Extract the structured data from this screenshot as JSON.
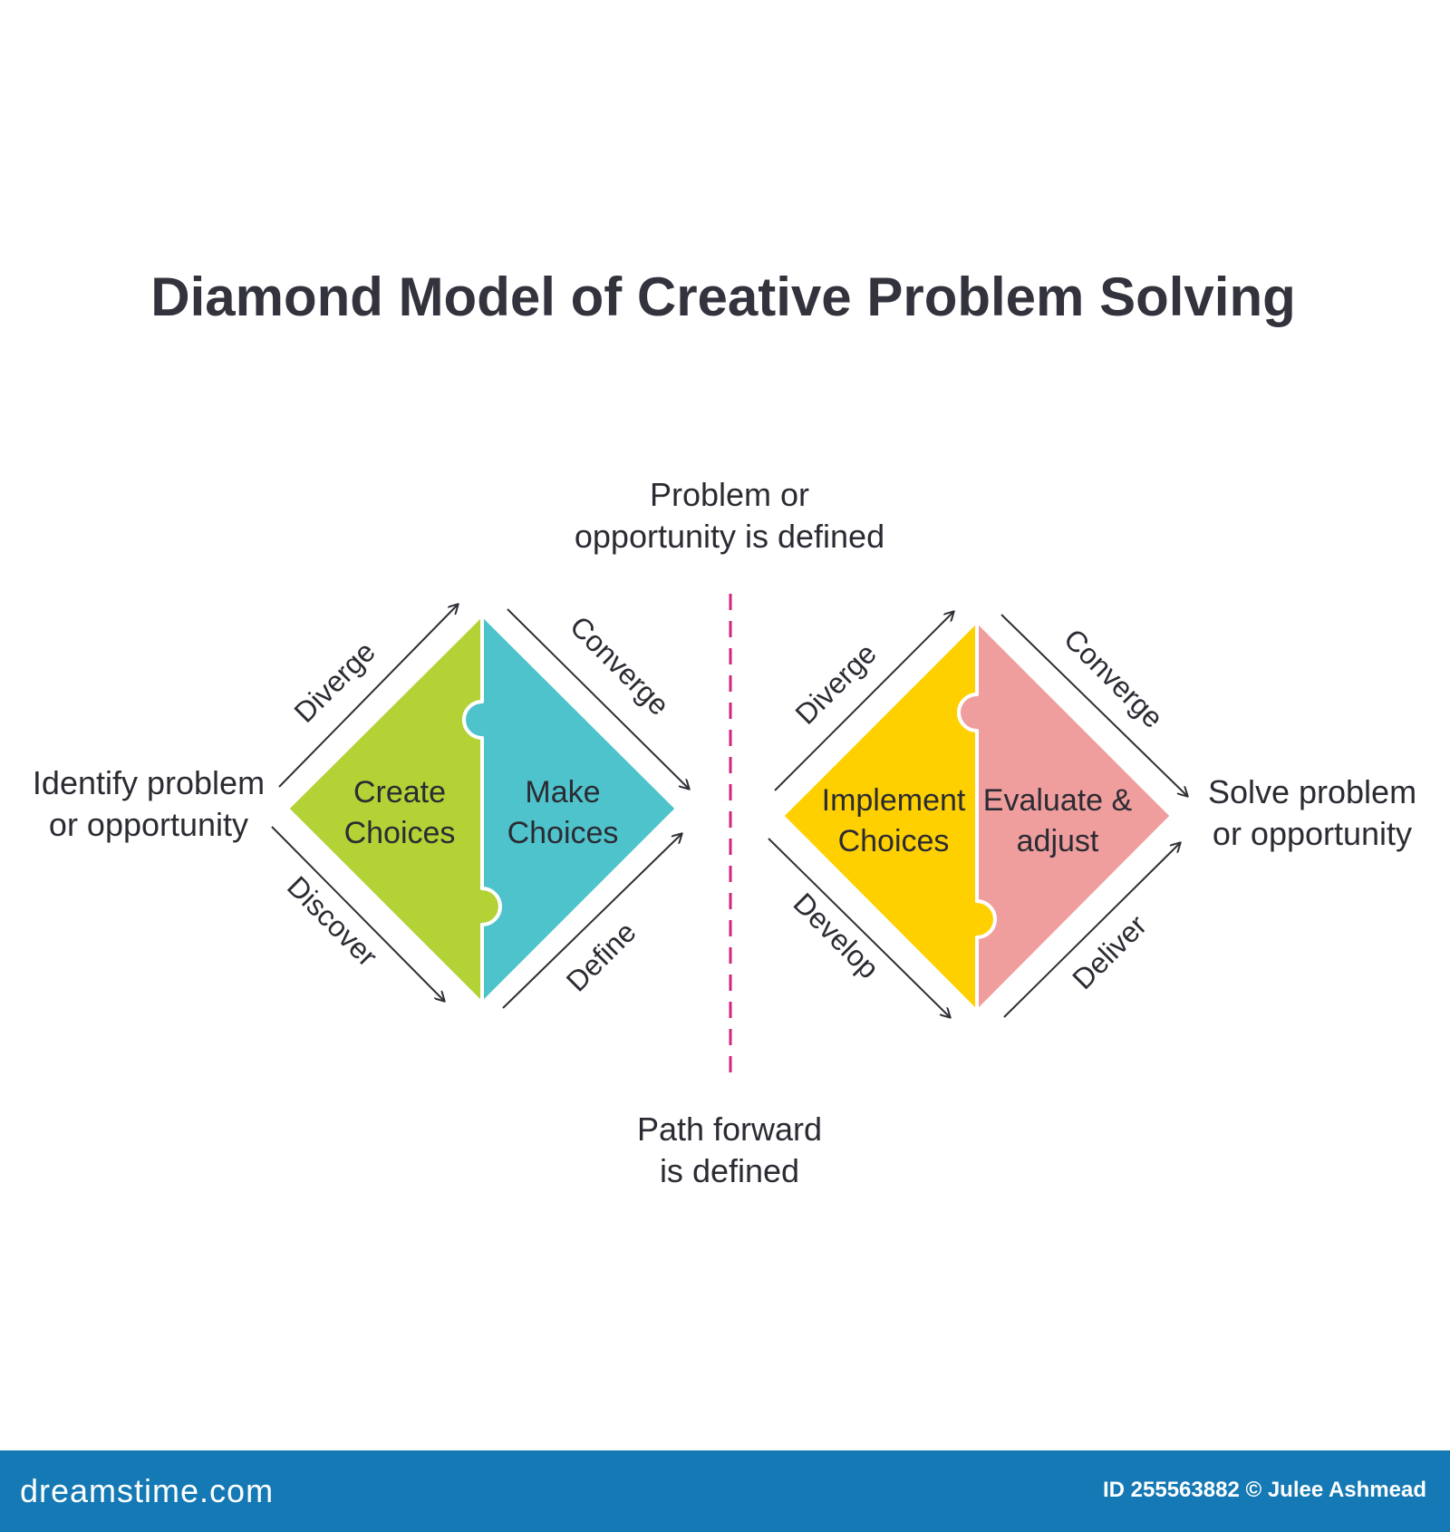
{
  "title": "Diamond Model of Creative Problem Solving",
  "notes": {
    "left": [
      "Identify problem",
      "or opportunity"
    ],
    "top": [
      "Problem or",
      "opportunity is defined"
    ],
    "bottom": [
      "Path forward",
      "is defined"
    ],
    "right": [
      "Solve problem",
      "or opportunity"
    ]
  },
  "diamonds": [
    {
      "left_piece": {
        "lines": [
          "Create",
          "Choices"
        ],
        "color": "#b2d235"
      },
      "right_piece": {
        "lines": [
          "Make",
          "Choices"
        ],
        "color": "#4fc3cb"
      },
      "edges": {
        "top_left": "Diverge",
        "top_right": "Converge",
        "bottom_left": "Discover",
        "bottom_right": "Define"
      }
    },
    {
      "left_piece": {
        "lines": [
          "Implement",
          "Choices"
        ],
        "color": "#ffd000"
      },
      "right_piece": {
        "lines": [
          "Evaluate &",
          "adjust"
        ],
        "color": "#ef9e9d"
      },
      "edges": {
        "top_left": "Diverge",
        "top_right": "Converge",
        "bottom_left": "Develop",
        "bottom_right": "Deliver"
      }
    }
  ],
  "divider_color": "#d4237a",
  "footer": {
    "brand": "dreamstime.com",
    "credit": "ID 255563882 © Julee Ashmead",
    "color": "#1479b4"
  }
}
